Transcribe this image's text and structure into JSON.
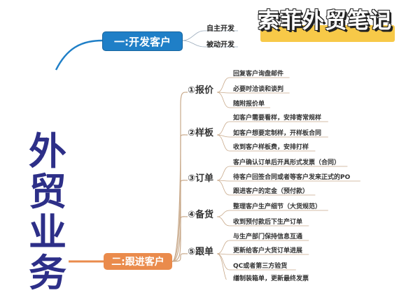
{
  "brand": {
    "text": "索菲外贸笔记",
    "highlight_color": "#f7c948"
  },
  "root": {
    "text": "外贸业务",
    "color": "#2d2f88"
  },
  "branch1": {
    "label": "一:开发客户",
    "color": "#1f7fc7",
    "children": [
      "自主开发",
      "被动开发"
    ]
  },
  "branch2": {
    "label": "二:跟进客户",
    "color": "#ea8b4c",
    "steps": [
      {
        "label": "①报价",
        "items": [
          "回复客户询盘邮件",
          "必要时洽谈和谈判",
          "随附报价单"
        ]
      },
      {
        "label": "②样板",
        "items": [
          "如客户需要看样，安排寄常规样",
          "如客户想要定制样，开样板合同",
          "收到客户样板费，安排打样"
        ]
      },
      {
        "label": "③订单",
        "items": [
          "客户确认订单后开具形式发票（合同）",
          "待客户回签合同或者等客户发来正式的PO",
          "跟进客户的定金（预付款）"
        ]
      },
      {
        "label": "④备货",
        "items": [
          "整理客户生产细节（大货规范）",
          "收到预付款后下生产订单"
        ]
      },
      {
        "label": "⑤跟单",
        "items": [
          "与生产部门保持信息互通",
          "更新给客户大货订单进展",
          "QC或者第三方验货",
          "缮制装箱单，更新最终发票"
        ]
      }
    ]
  }
}
